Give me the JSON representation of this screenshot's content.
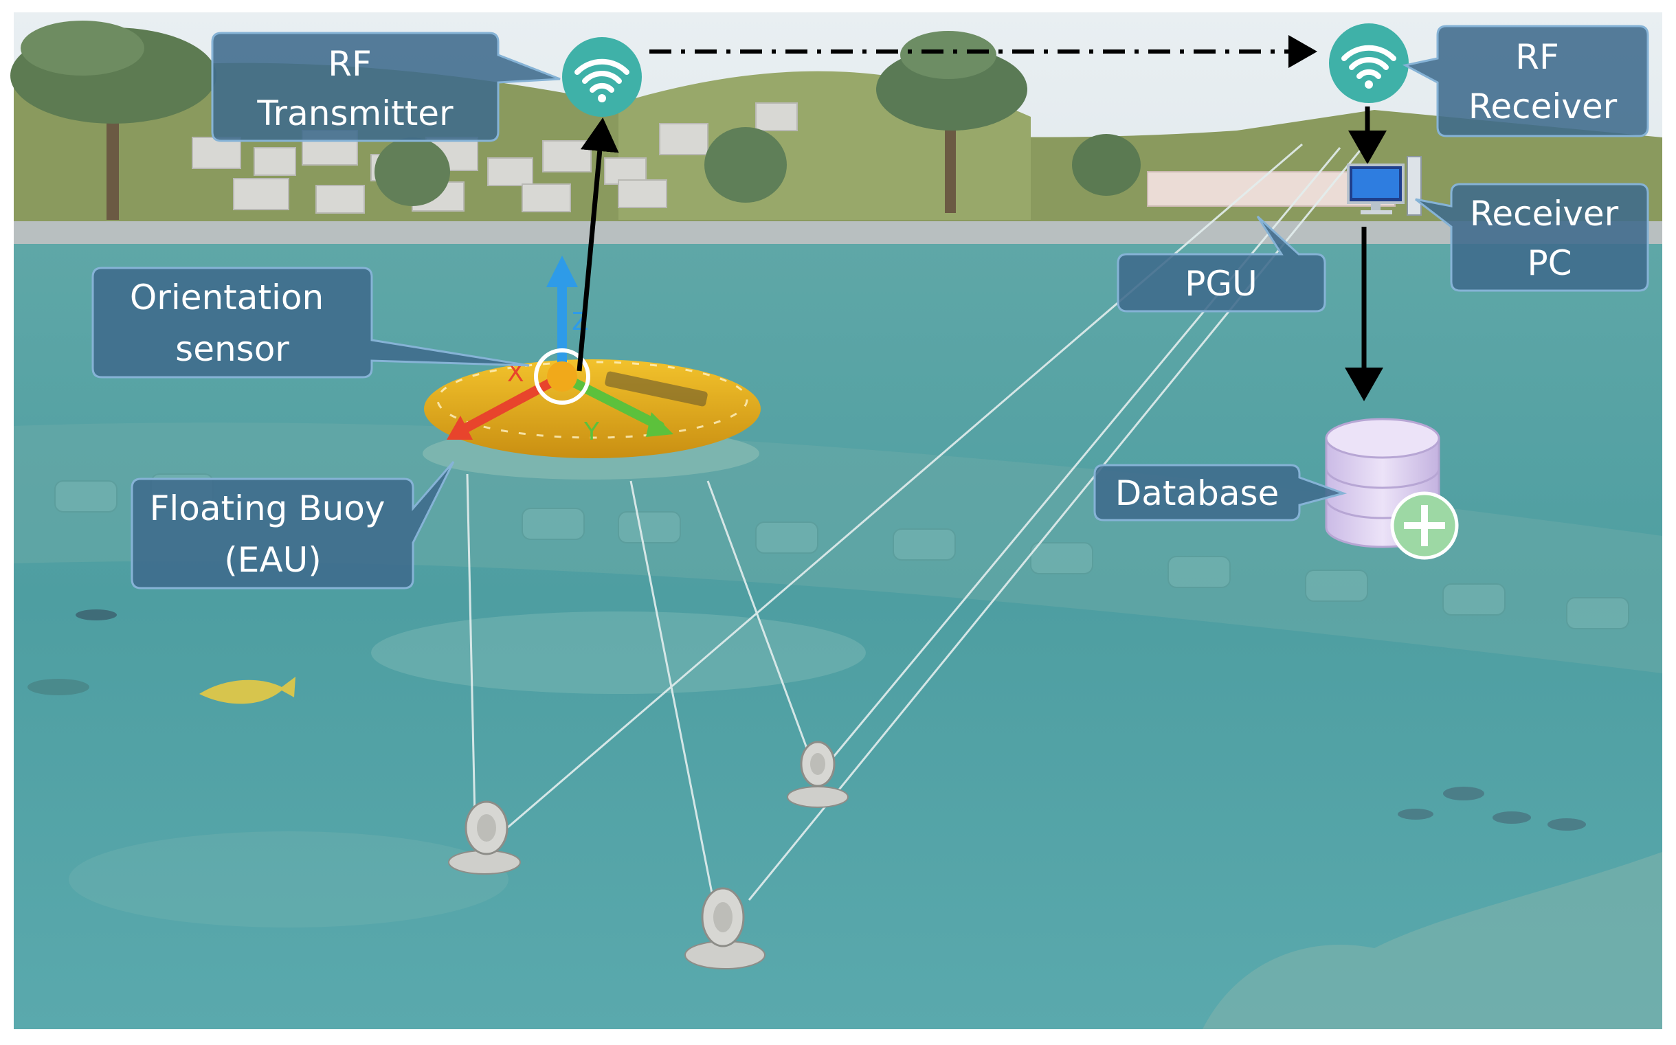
{
  "labels": {
    "rf_transmitter": [
      "RF",
      "Transmitter"
    ],
    "rf_receiver": [
      "RF",
      "Receiver"
    ],
    "orientation_sensor": [
      "Orientation",
      "sensor"
    ],
    "pgu": [
      "PGU"
    ],
    "receiver_pc": [
      "Receiver",
      "PC"
    ],
    "database": [
      "Database"
    ],
    "floating_buoy": [
      "Floating Buoy",
      "(EAU)"
    ]
  },
  "axes": {
    "x": "X",
    "y": "Y",
    "z": "Z"
  },
  "colors": {
    "callout_fill": "#3f6b8c",
    "callout_stroke": "#86b3d6",
    "wifi_teal": "#3fb1a8",
    "buoy_yellow": "#e8b51f",
    "axis_x": "#e8442c",
    "axis_y": "#5cc13c",
    "axis_z": "#2e9be8",
    "database_fill": "#ddd0f0",
    "plus_green": "#9dd8a4"
  },
  "icons": [
    "wifi-icon",
    "desktop-pc-icon",
    "database-icon",
    "plus-icon",
    "buoy-icon",
    "generator-unit-icon",
    "fish-icon",
    "tree-icon",
    "house-icon"
  ]
}
